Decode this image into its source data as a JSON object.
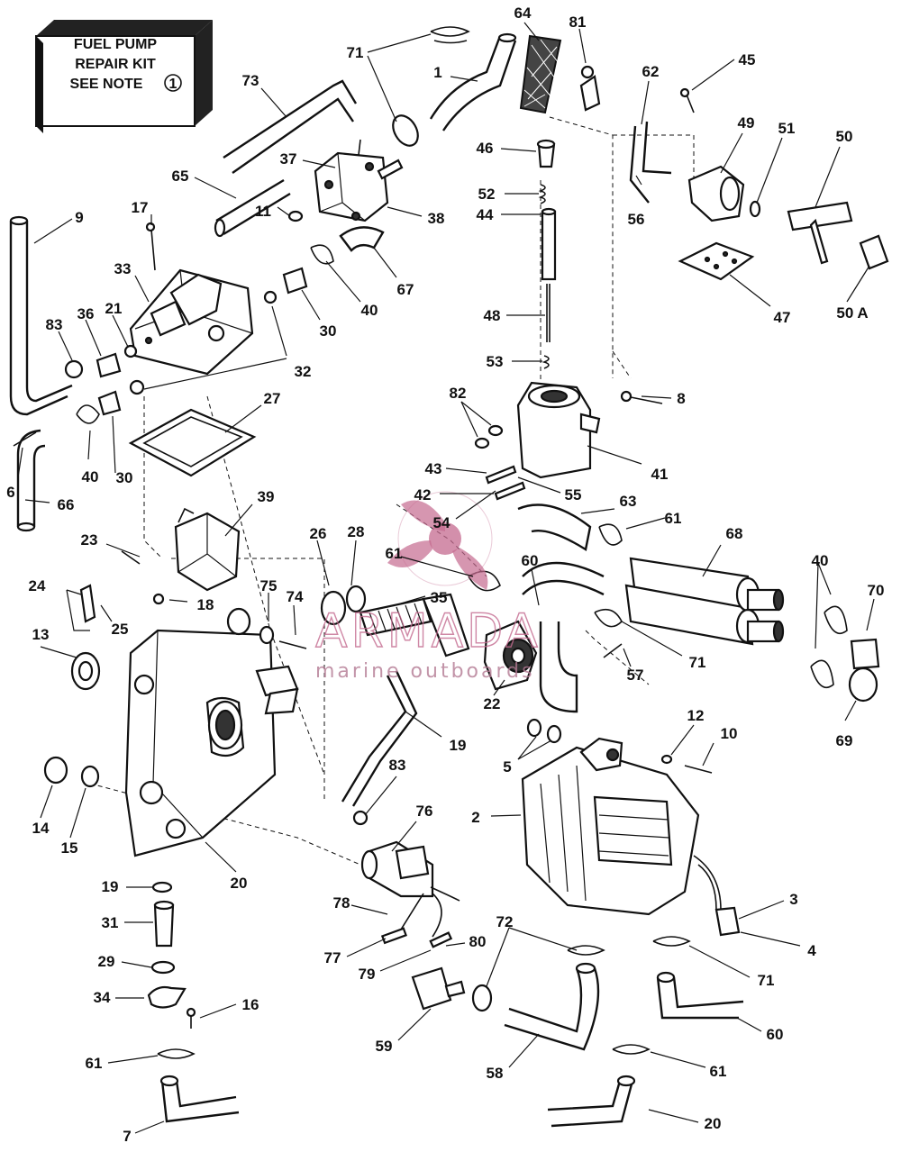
{
  "kit_box": {
    "line1": "FUEL PUMP",
    "line2": "REPAIR KIT",
    "line3": "SEE NOTE",
    "note_symbol": "1"
  },
  "watermark": {
    "brand": "ARMADA",
    "tagline": "marine outboards",
    "color": "#c46a8f"
  },
  "callouts": [
    "71",
    "64",
    "81",
    "1",
    "45",
    "62",
    "49",
    "51",
    "50",
    "73",
    "46",
    "37",
    "65",
    "52",
    "56",
    "38",
    "11",
    "44",
    "9",
    "17",
    "47",
    "50 A",
    "33",
    "67",
    "40",
    "30",
    "48",
    "36",
    "83",
    "21",
    "32",
    "53",
    "82",
    "8",
    "27",
    "41",
    "43",
    "6",
    "40",
    "30",
    "42",
    "55",
    "66",
    "54",
    "63",
    "61",
    "39",
    "68",
    "23",
    "26",
    "28",
    "61",
    "40",
    "24",
    "75",
    "74",
    "35",
    "60",
    "70",
    "25",
    "13",
    "18",
    "71",
    "57",
    "22",
    "69",
    "19",
    "12",
    "10",
    "5",
    "14",
    "15",
    "83",
    "76",
    "2",
    "3",
    "20",
    "4",
    "19",
    "31",
    "78",
    "72",
    "71",
    "77",
    "80",
    "29",
    "79",
    "34",
    "16",
    "60",
    "59",
    "58",
    "61",
    "61",
    "7",
    "20"
  ]
}
